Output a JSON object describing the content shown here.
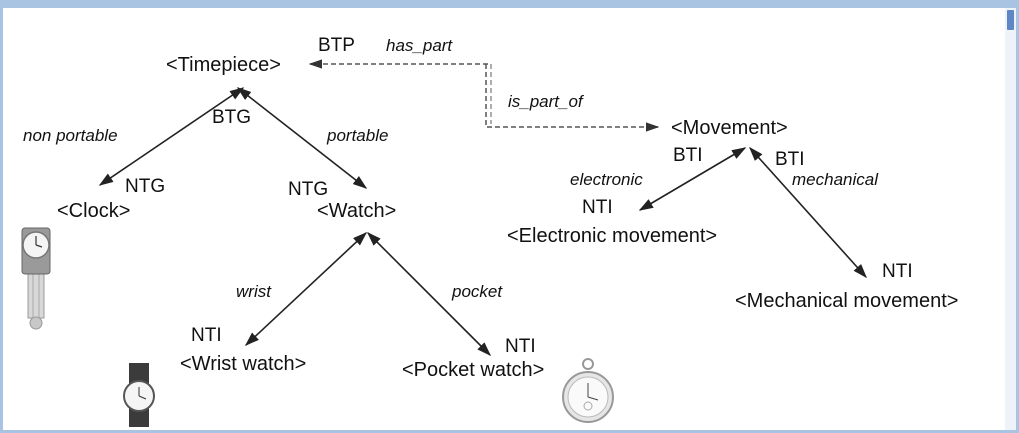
{
  "nodes": {
    "timepiece": "<Timepiece>",
    "clock": "<Clock>",
    "watch": "<Watch>",
    "wrist_watch": "<Wrist watch>",
    "pocket_watch": "<Pocket watch>",
    "movement": "<Movement>",
    "electronic_movement": "<Electronic movement>",
    "mechanical_movement": "<Mechanical movement>"
  },
  "tags": {
    "btp": "BTP",
    "btg": "BTG",
    "ntg_clock": "NTG",
    "ntg_watch": "NTG",
    "nti_wrist": "NTI",
    "nti_pocket": "NTI",
    "bti_left": "BTI",
    "bti_right": "BTI",
    "nti_electronic": "NTI",
    "nti_mechanical": "NTI"
  },
  "edge_labels": {
    "has_part": "has_part",
    "is_part_of": "is_part_of",
    "non_portable": "non portable",
    "portable": "portable",
    "wrist": "wrist",
    "pocket": "pocket",
    "electronic": "electronic",
    "mechanical": "mechanical"
  },
  "images": {
    "clock": "wall-clock-image",
    "wrist_watch": "wrist-watch-image",
    "pocket_watch": "pocket-watch-image"
  },
  "colors": {
    "frame": "#a9c3e2",
    "scrollbar_thumb": "#5f87c5",
    "arrow": "#222222",
    "dashed_arrow": "#555555"
  }
}
